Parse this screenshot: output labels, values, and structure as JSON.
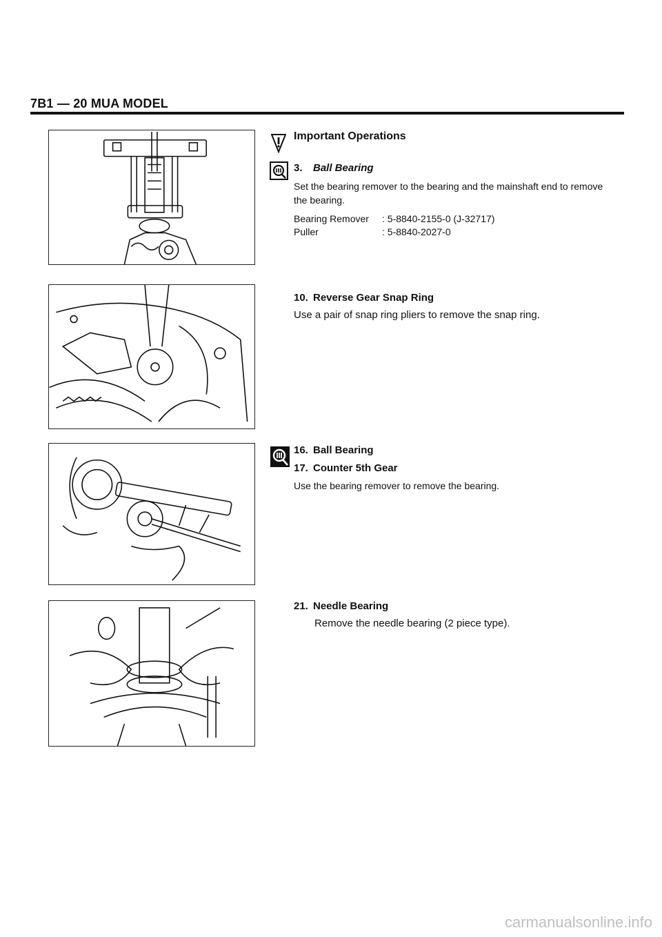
{
  "header": {
    "title": "7B1 — 20 MUA MODEL"
  },
  "important_label": "Important Operations",
  "steps": [
    {
      "number": "3.",
      "title": "Ball Bearing",
      "description": "Set the bearing remover to the bearing and the mainshaft end to remove the bearing.",
      "tools": [
        {
          "label": "Bearing Remover",
          "value": ": 5-8840-2155-0 (J-32717)"
        },
        {
          "label": "Puller",
          "value": ": 5-8840-2027-0"
        }
      ]
    },
    {
      "number": "10.",
      "title": "Reverse Gear Snap Ring",
      "description": "Use a pair of snap ring pliers to remove the snap ring."
    },
    {
      "number": "16.",
      "title": "Ball Bearing",
      "number2": "17.",
      "title2": "Counter 5th Gear",
      "description": "Use the bearing remover to remove the bearing."
    },
    {
      "number": "21.",
      "title": "Needle Bearing",
      "description": "Remove the needle bearing (2 piece type)."
    }
  ],
  "icons": [
    "warning-triangle-icon",
    "special-tool-icon"
  ],
  "watermark": "carmanualsonline.info"
}
